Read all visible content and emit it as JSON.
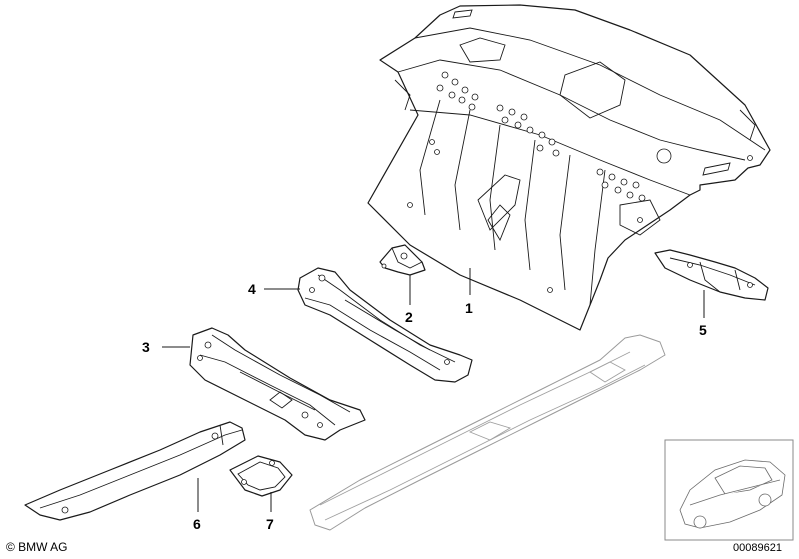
{
  "callouts": [
    {
      "id": "1",
      "label": "1"
    },
    {
      "id": "2",
      "label": "2"
    },
    {
      "id": "3",
      "label": "3"
    },
    {
      "id": "4",
      "label": "4"
    },
    {
      "id": "5",
      "label": "5"
    },
    {
      "id": "6",
      "label": "6"
    },
    {
      "id": "7",
      "label": "7"
    }
  ],
  "footer": {
    "copyright": "© BMW AG",
    "document_number": "00089621"
  },
  "icons": {
    "copyright": "copyright-symbol",
    "thumbnail": "car-location-thumbnail"
  }
}
